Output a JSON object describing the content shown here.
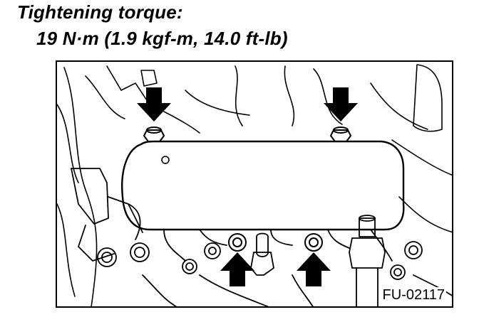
{
  "caption": {
    "label": "Tightening torque:",
    "value": "19 N·m (1.9 kgf-m, 14.0 ft-lb)"
  },
  "figure": {
    "code": "FU-02117",
    "arrows": [
      "down",
      "down",
      "up",
      "up"
    ],
    "colors": {
      "line": "#000000",
      "background": "#ffffff"
    }
  }
}
